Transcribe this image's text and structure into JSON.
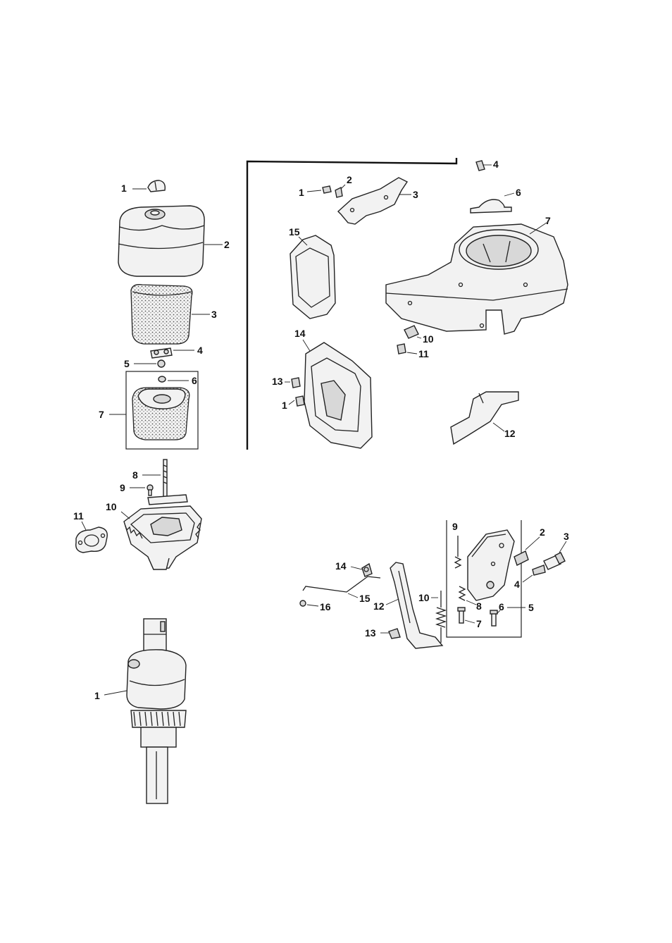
{
  "air_cleaner": {
    "labels": [
      "1",
      "2",
      "3",
      "4",
      "5",
      "6",
      "7",
      "8",
      "9",
      "10",
      "11"
    ]
  },
  "blower_housing": {
    "labels": [
      "1",
      "2",
      "3",
      "4",
      "6",
      "7",
      "15",
      "10",
      "11",
      "14",
      "13",
      "1",
      "12"
    ]
  },
  "crankshaft": {
    "labels": [
      "1"
    ]
  },
  "governor": {
    "labels": [
      "9",
      "2",
      "3",
      "4",
      "14",
      "10",
      "8",
      "6",
      "5",
      "15",
      "16",
      "13",
      "7",
      "12"
    ]
  }
}
